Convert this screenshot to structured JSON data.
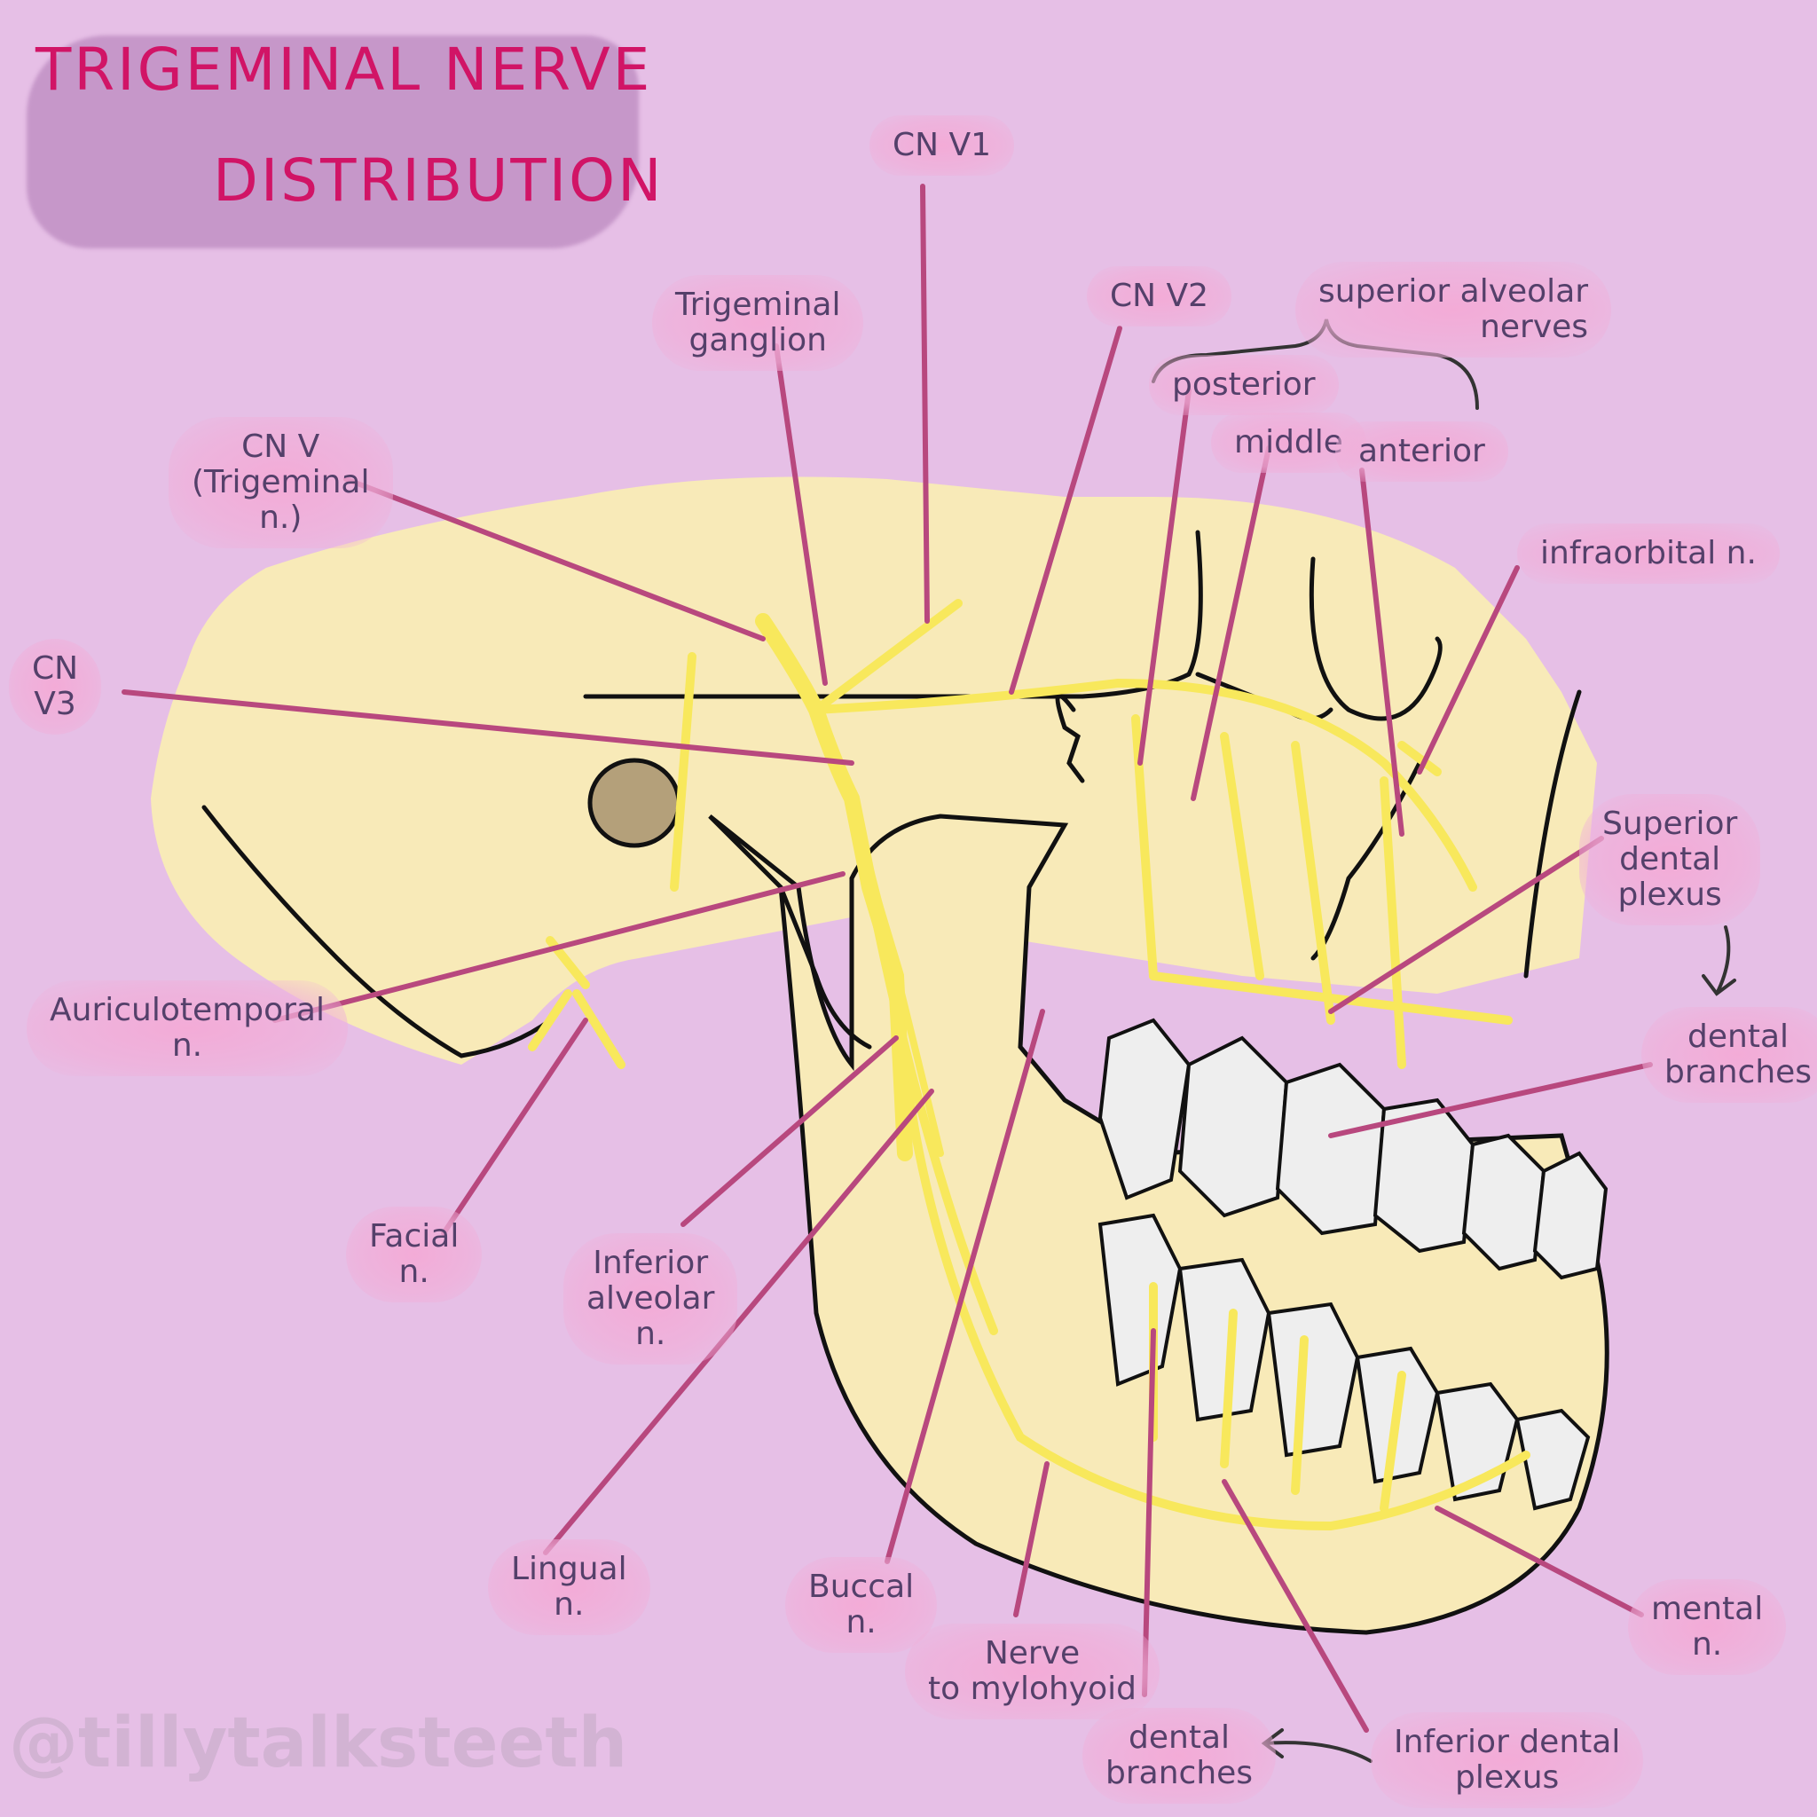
{
  "title": {
    "line1": "TRIGEMINAL NERVE",
    "line2": "DISTRIBUTION"
  },
  "watermark": "@tillytalksteeth",
  "labels": {
    "cn_v1": "CN V1",
    "trigeminal_ganglion": [
      "Trigeminal",
      "ganglion"
    ],
    "cn_v2": "CN V2",
    "superior_alveolar_nerves": [
      "superior alveolar",
      "nerves"
    ],
    "posterior": "posterior",
    "middle": "middle",
    "anterior": "anterior",
    "cn_v": [
      "CN V",
      "(Trigeminal",
      "n.)"
    ],
    "infraorbital": "infraorbital n.",
    "cn_v3": [
      "CN",
      "V3"
    ],
    "superior_dental_plexus": [
      "Superior",
      "dental",
      "plexus"
    ],
    "dental_branches_upper": [
      "dental",
      "branches"
    ],
    "auriculotemporal": [
      "Auriculotemporal",
      "n."
    ],
    "facial": [
      "Facial",
      "n."
    ],
    "inferior_alveolar": [
      "Inferior",
      "alveolar",
      "n."
    ],
    "lingual": [
      "Lingual",
      "n."
    ],
    "buccal": [
      "Buccal",
      "n."
    ],
    "nerve_to_mylohyoid": [
      "Nerve",
      "to mylohyoid"
    ],
    "dental_branches_lower": [
      "dental",
      "branches"
    ],
    "inferior_dental_plexus": [
      "Inferior dental",
      "plexus"
    ],
    "mental": [
      "mental",
      "n."
    ]
  },
  "colors": {
    "background": "#e6bfe6",
    "bone": "#f8eab8",
    "nerve": "#f8e85c",
    "leader": "#b8487e",
    "title": "#d11466",
    "outline": "#111111",
    "tooth": "#eeeeee"
  }
}
